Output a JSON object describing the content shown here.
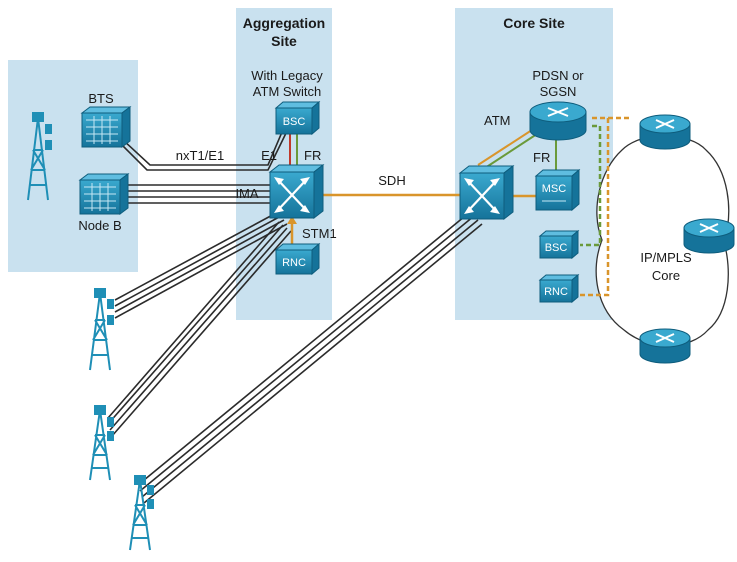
{
  "regions": {
    "aggregation_title": "Aggregation Site",
    "aggregation_title_line1": "Aggregation",
    "aggregation_title_line2": "Site",
    "core_title": "Core Site"
  },
  "labels": {
    "legacy_line1": "With Legacy",
    "legacy_line2": "ATM Switch",
    "pdsn_line1": "PDSN or",
    "pdsn_line2": "SGSN",
    "bts": "BTS",
    "node_b": "Node B",
    "nxt1": "nxT1/E1",
    "ima": "IMA",
    "e1": "E1",
    "fr_agg": "FR",
    "stm1": "STM1",
    "sdh": "SDH",
    "atm": "ATM",
    "fr_core": "FR",
    "ipmpls_line1": "IP/MPLS",
    "ipmpls_line2": "Core"
  },
  "devices": {
    "bsc_agg": "BSC",
    "rnc_agg": "RNC",
    "msc": "MSC",
    "bsc_core": "BSC",
    "rnc_core": "RNC"
  },
  "colors": {
    "site_bg": "#c9e1ef",
    "device": "#1f8fb6",
    "sdh_link": "#d9952b",
    "fr_link": "#c0392b",
    "green_link": "#6a9a3a",
    "atm_line": "#2b2b2b"
  }
}
